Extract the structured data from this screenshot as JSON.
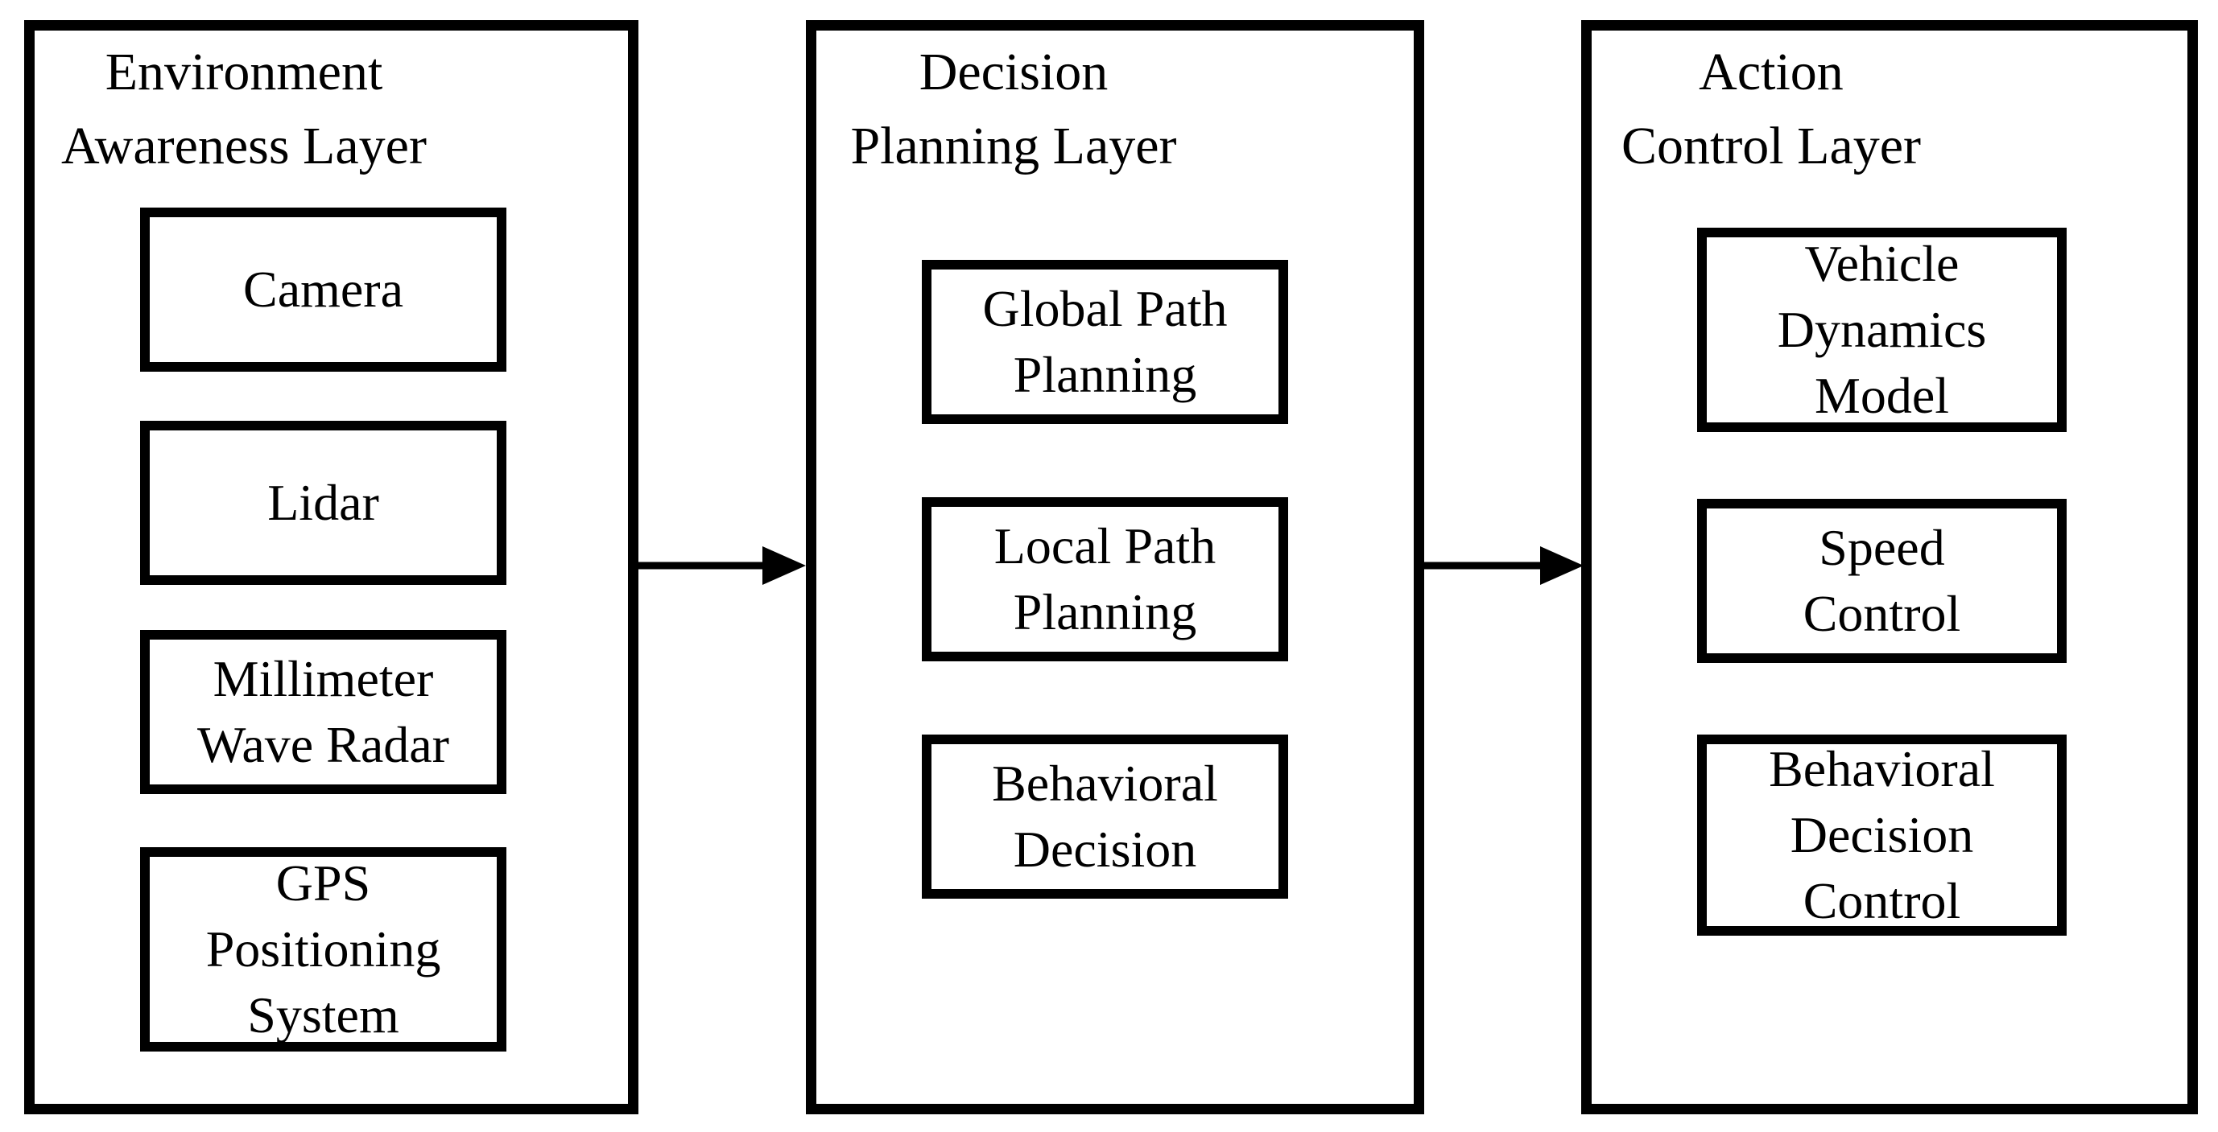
{
  "diagram": {
    "layers": [
      {
        "name": "environment-awareness-layer",
        "title_lines": [
          "Environment",
          "Awareness Layer"
        ],
        "boxes": [
          {
            "name": "camera",
            "lines": [
              "Camera"
            ]
          },
          {
            "name": "lidar",
            "lines": [
              "Lidar"
            ]
          },
          {
            "name": "millimeter-wave-radar",
            "lines": [
              "Millimeter",
              "Wave Radar"
            ]
          },
          {
            "name": "gps-positioning-system",
            "lines": [
              "GPS",
              "Positioning",
              "System"
            ]
          }
        ]
      },
      {
        "name": "decision-planning-layer",
        "title_lines": [
          "Decision",
          "Planning Layer"
        ],
        "boxes": [
          {
            "name": "global-path-planning",
            "lines": [
              "Global Path",
              "Planning"
            ]
          },
          {
            "name": "local-path-planning",
            "lines": [
              "Local Path",
              "Planning"
            ]
          },
          {
            "name": "behavioral-decision",
            "lines": [
              "Behavioral",
              "Decision"
            ]
          }
        ]
      },
      {
        "name": "action-control-layer",
        "title_lines": [
          "Action",
          "Control Layer"
        ],
        "boxes": [
          {
            "name": "vehicle-dynamics-model",
            "lines": [
              "Vehicle",
              "Dynamics",
              "Model"
            ]
          },
          {
            "name": "speed-control",
            "lines": [
              "Speed",
              "Control"
            ]
          },
          {
            "name": "behavioral-decision-control",
            "lines": [
              "Behavioral",
              "Decision",
              "Control"
            ]
          }
        ]
      }
    ],
    "connections": [
      {
        "from": "environment-awareness-layer",
        "to": "decision-planning-layer"
      },
      {
        "from": "decision-planning-layer",
        "to": "action-control-layer"
      }
    ],
    "colors": {
      "line": "#000000",
      "background": "#ffffff"
    }
  }
}
